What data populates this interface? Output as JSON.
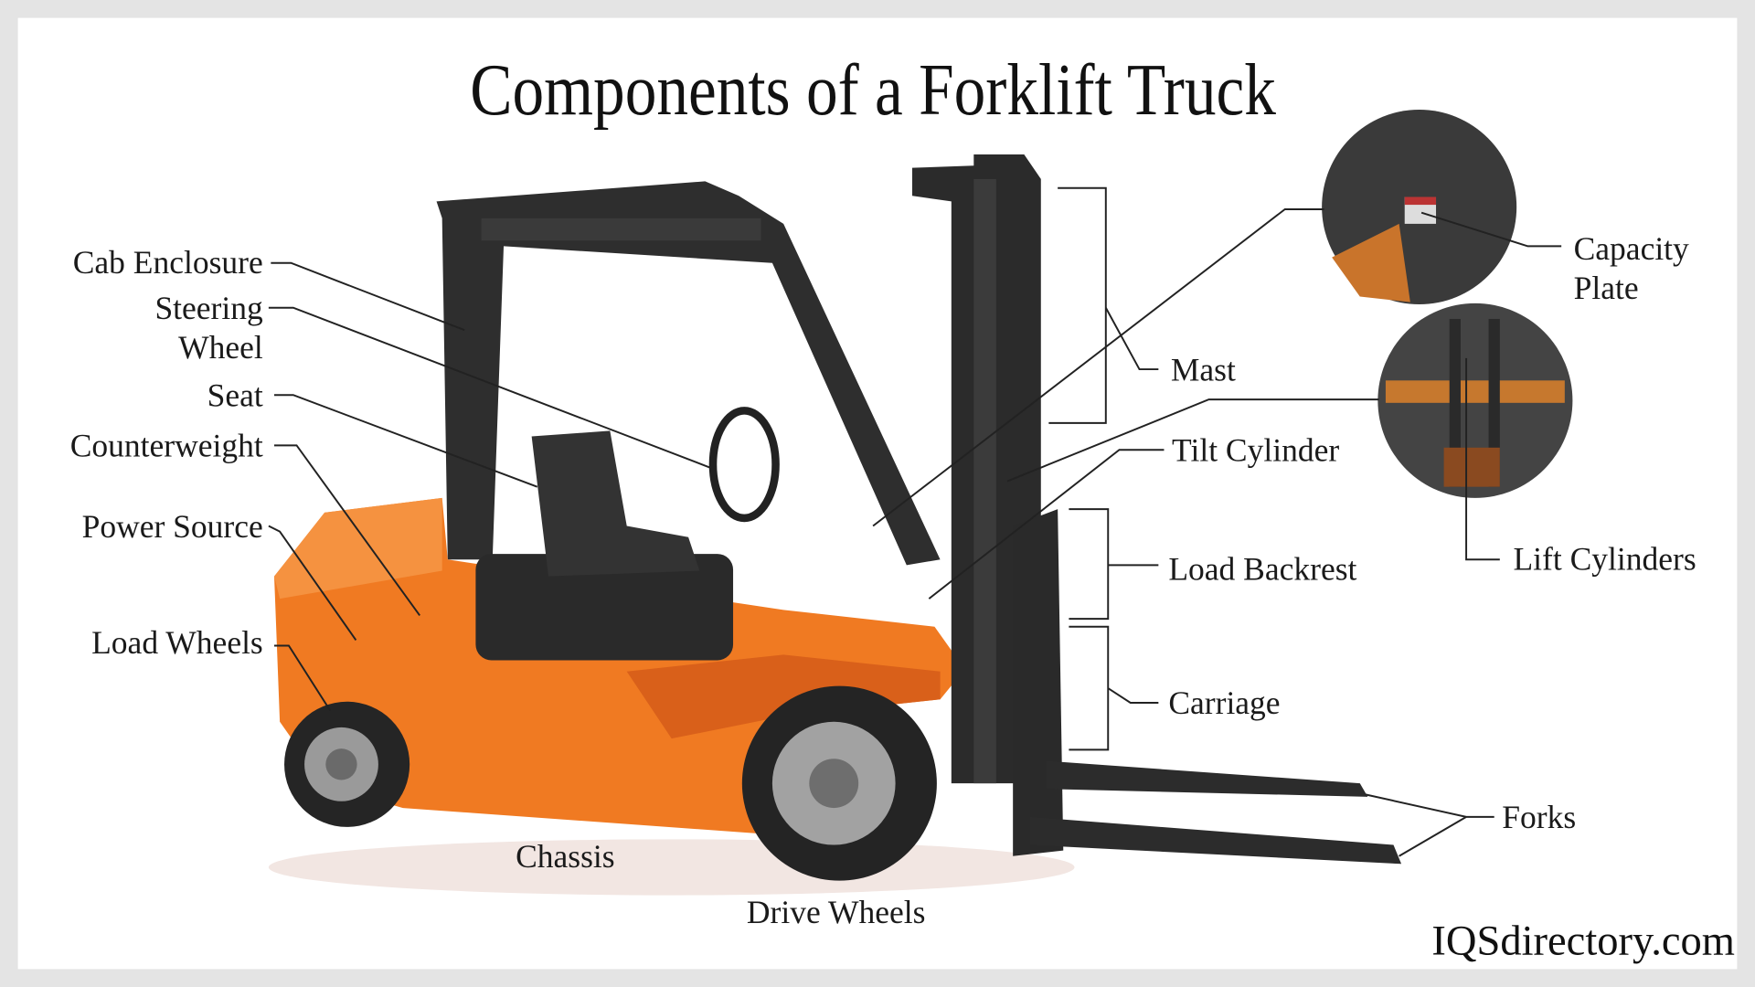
{
  "title": "Components of a Forklift Truck",
  "labels": {
    "cab_enclosure": "Cab Enclosure",
    "steering_wheel_1": "Steering",
    "steering_wheel_2": "Wheel",
    "seat": "Seat",
    "counterweight": "Counterweight",
    "power_source": "Power Source",
    "load_wheels": "Load Wheels",
    "chassis": "Chassis",
    "drive_wheels": "Drive Wheels",
    "mast": "Mast",
    "tilt_cylinder": "Tilt Cylinder",
    "load_backrest": "Load Backrest",
    "carriage": "Carriage",
    "forks": "Forks",
    "capacity_plate_1": "Capacity",
    "capacity_plate_2": "Plate",
    "lift_cylinders": "Lift Cylinders"
  },
  "brand": "IQSdirectory.com",
  "colors": {
    "body": "#f07a22",
    "frame": "#2b2b2b",
    "border": "#e4e4e4"
  }
}
